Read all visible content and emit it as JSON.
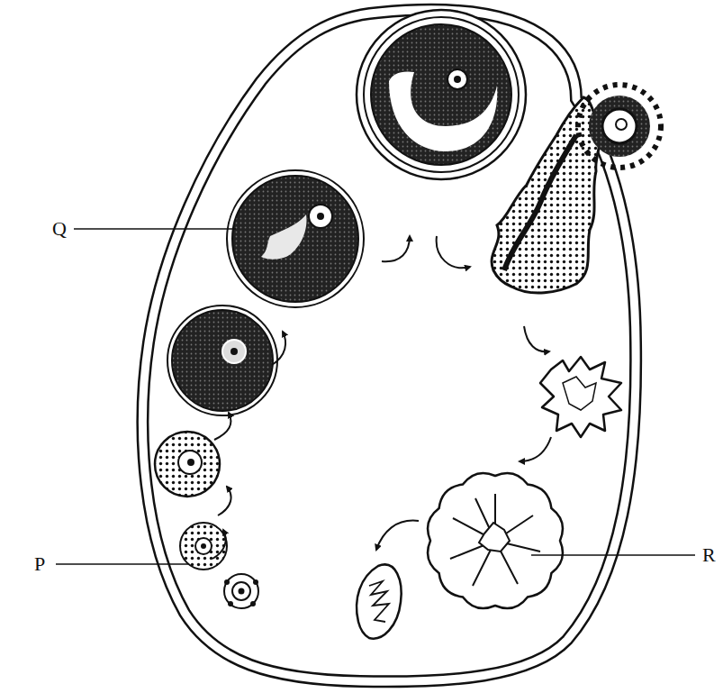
{
  "diagram": {
    "labels": [
      "Q",
      "R",
      "P"
    ]
  }
}
